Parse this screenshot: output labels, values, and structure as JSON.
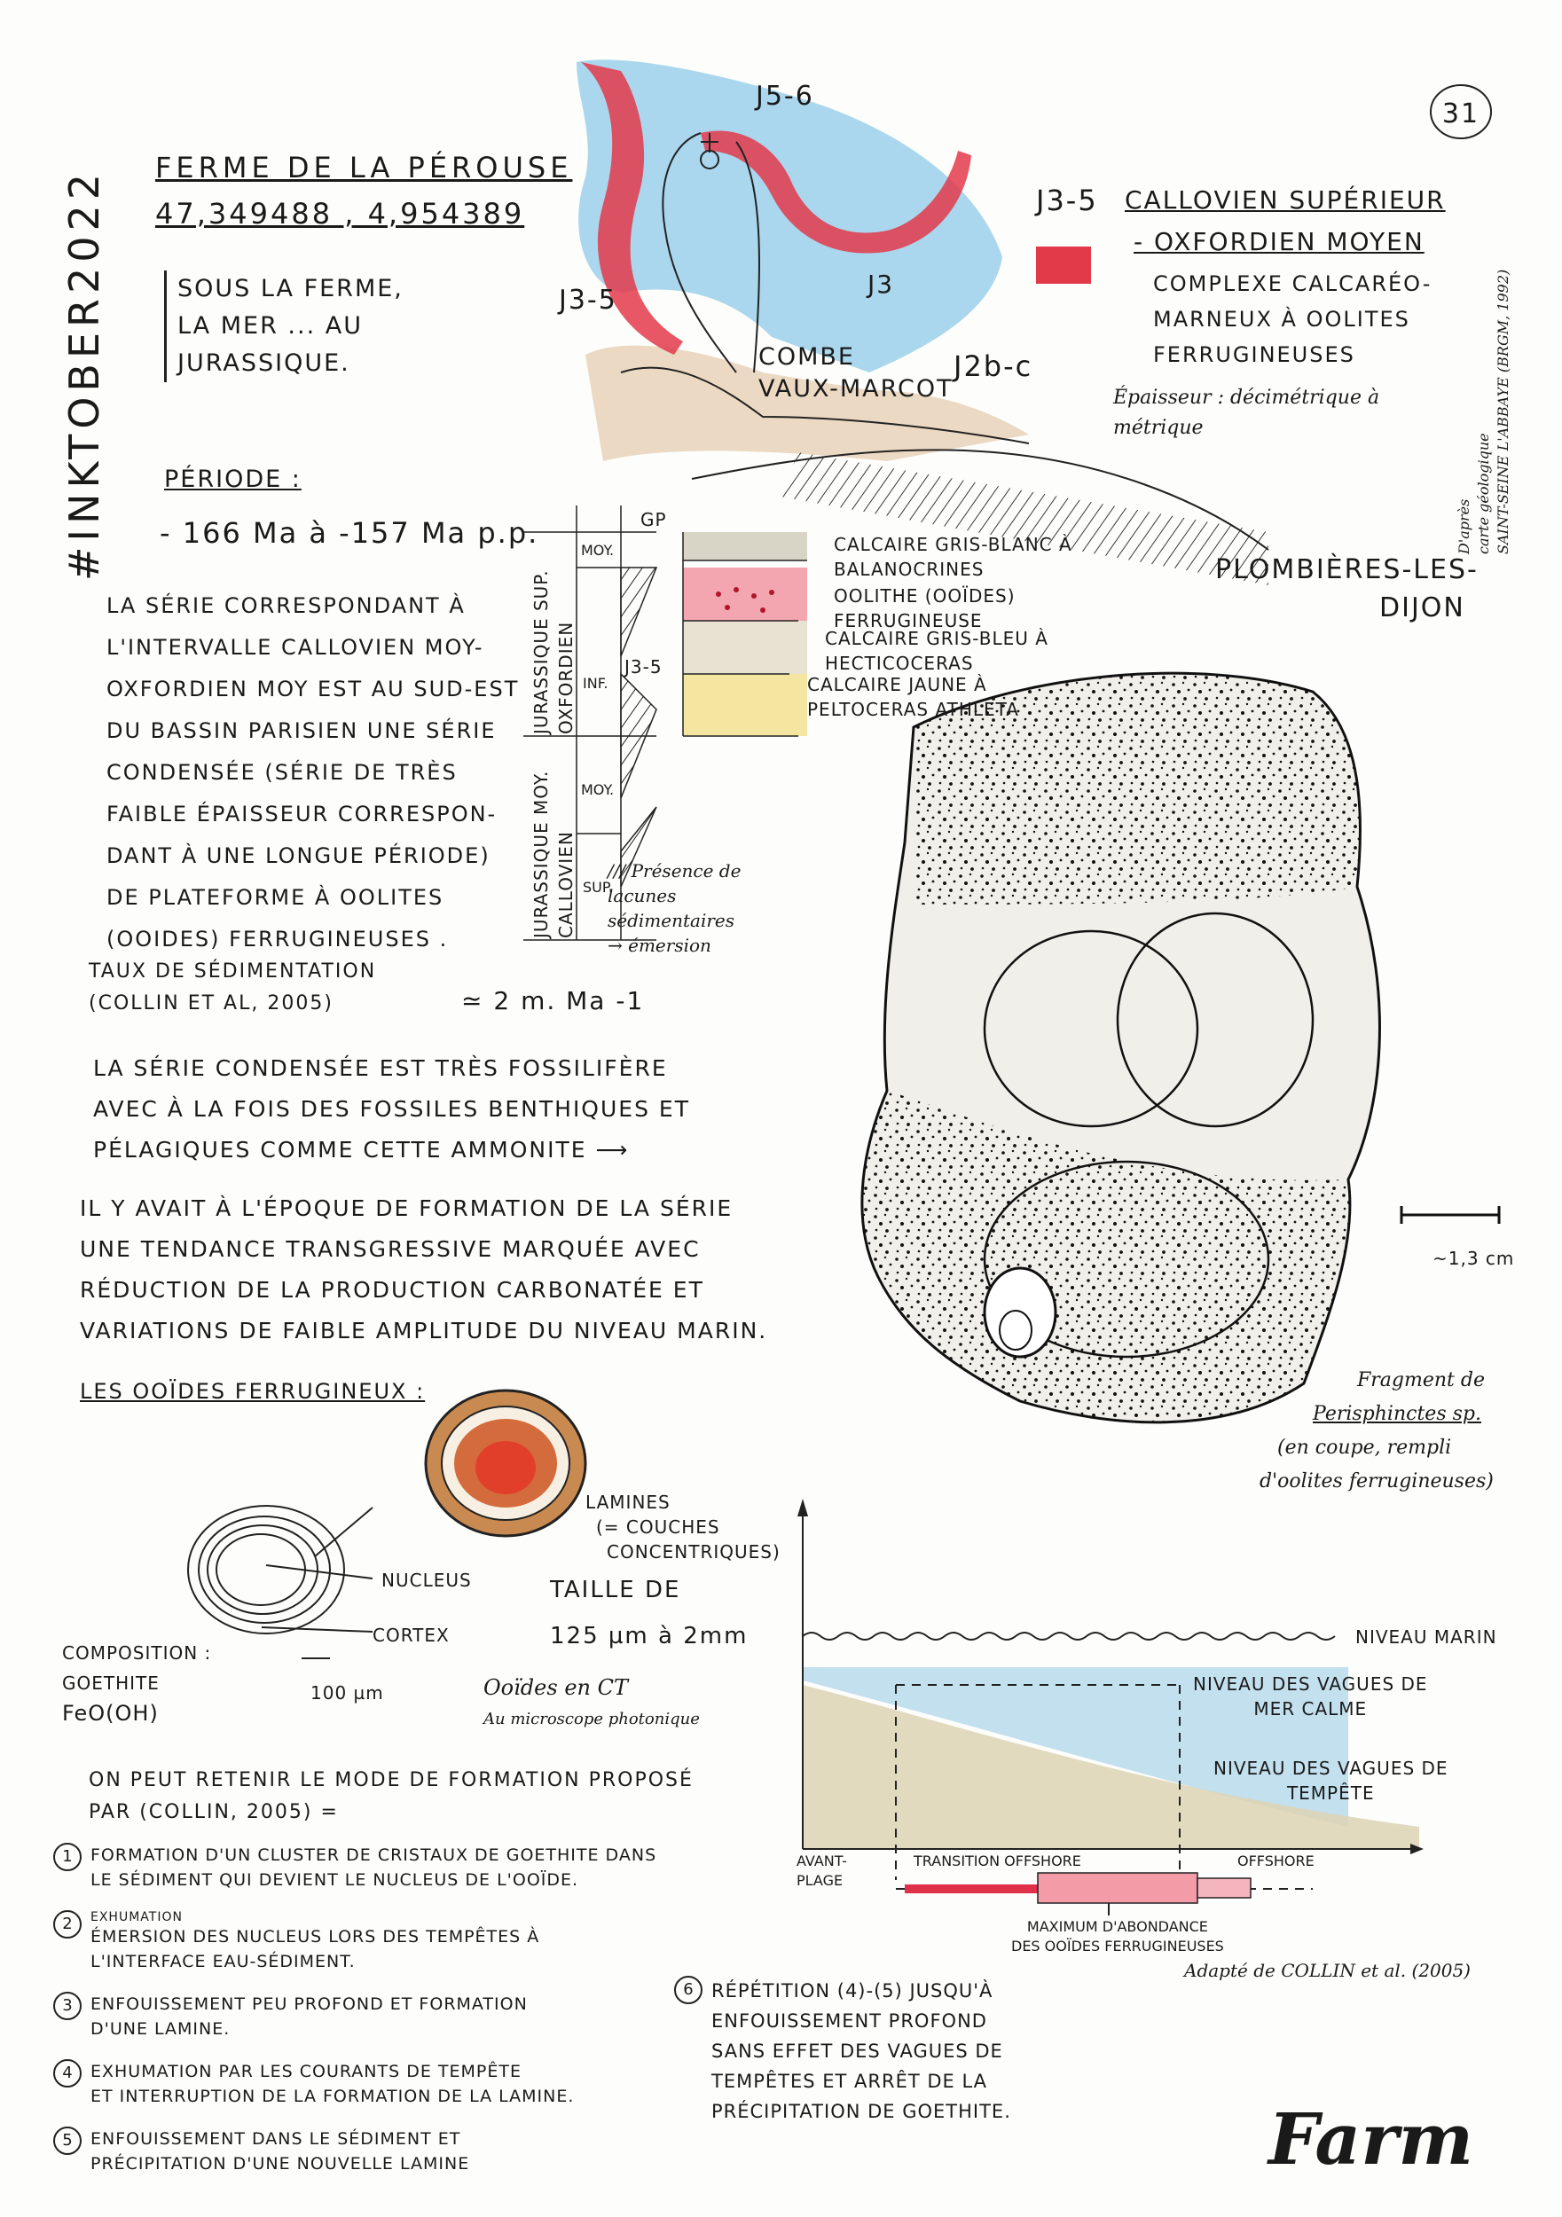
{
  "page_number": "31",
  "side_tag": "#INKTOBER2022",
  "header": {
    "site_name": "FERME DE LA PÉROUSE",
    "coordinates": "47,349488 , 4,954389",
    "intro_lines": [
      "SOUS LA FERME,",
      "LA MER ... AU",
      "JURASSIQUE."
    ]
  },
  "map": {
    "labels": {
      "j56": "J5-6",
      "j35": "J3-5",
      "j3": "J3",
      "j2bc": "J2b-c",
      "combe": "COMBE",
      "vaux_marcot": "VAUX-MARCOT",
      "gp": "GP",
      "plombieres": "PLOMBIÈRES-LES-",
      "dijon": "DIJON"
    },
    "colors": {
      "red": "#e33a4a",
      "blue": "#8ec9e8",
      "tan": "#e9d2b8"
    }
  },
  "legend": {
    "code": "J3-5",
    "title_line1": "CALLOVIEN SUPÉRIEUR",
    "title_line2": "- OXFORDIEN MOYEN",
    "desc_lines": [
      "COMPLEXE CALCARÉO-",
      "MARNEUX À OOLITES",
      "FERRUGINEUSES"
    ],
    "thickness_lines": [
      "Épaisseur : décimétrique à",
      "métrique"
    ],
    "source_lines": [
      "D'après",
      "carte géologique",
      "SAINT-SEINE L'ABBAYE (BRGM, 1992)"
    ]
  },
  "period": {
    "label": "PÉRIODE :",
    "value": "- 166 Ma à -157 Ma p.p."
  },
  "series_text": [
    "LA SÉRIE CORRESPONDANT À",
    "L'INTERVALLE CALLOVIEN MOY-",
    "OXFORDIEN MOY EST AU SUD-EST",
    "DU BASSIN PARISIEN UNE SÉRIE",
    "CONDENSÉE (SÉRIE DE TRÈS",
    "FAIBLE ÉPAISSEUR CORRESPON-",
    "DANT À UNE LONGUE PÉRIODE)",
    "DE PLATEFORME À OOLITES",
    "(OOIDES) FERRUGINEUSES ."
  ],
  "strat_column": {
    "stage_labels": {
      "jur_sup": "JURASSIQUE SUP. OXFORDIEN",
      "jur_moy": "JURASSIQUE MOY. CALLOVIEN",
      "moy": "MOY.",
      "inf": "INF.",
      "moy2": "MOY.",
      "sup": "SUP."
    },
    "j35_tag": "J3-5",
    "layers": [
      "CALCAIRE GRIS-BLANC À BALANOCRINES",
      "OOLITHE (OOÏDES) FERRUGINEUSE",
      "CALCAIRE GRIS-BLEU À HECTICOCERAS",
      "CALCAIRE JAUNE À PELTOCERAS ATHLETA"
    ],
    "lacunes_note": [
      "/// Présence de",
      "lacunes",
      "sédimentaires",
      "→ émersion"
    ]
  },
  "sedimentation": {
    "label_lines": [
      "TAUX DE SÉDIMENTATION",
      "(COLLIN ET AL, 2005)"
    ],
    "value": "≃ 2 m. Ma -1"
  },
  "fossil_text": [
    "LA SÉRIE CONDENSÉE EST TRÈS FOSSILIFÈRE",
    "AVEC À LA FOIS DES FOSSILES BENTHIQUES ET",
    "PÉLAGIQUES COMME CETTE AMMONITE ⟶"
  ],
  "transgression_text": [
    "IL Y AVAIT À L'ÉPOQUE DE FORMATION DE LA SÉRIE",
    "UNE TENDANCE TRANSGRESSIVE MARQUÉE AVEC",
    "RÉDUCTION DE LA PRODUCTION CARBONATÉE ET",
    "VARIATIONS DE FAIBLE AMPLITUDE DU NIVEAU MARIN."
  ],
  "fossil": {
    "scale": "~1,3 cm",
    "caption_lines": [
      "Fragment de",
      "Perisphinctes sp.",
      "(en coupe, rempli",
      "d'oolites ferrugineuses)"
    ]
  },
  "ooides": {
    "title": "LES OOÏDES FERRUGINEUX :",
    "lamines_lines": [
      "LAMINES",
      "(= COUCHES",
      "CONCENTRIQUES)"
    ],
    "nucleus": "NUCLEUS",
    "cortex": "CORTEX",
    "size_lines": [
      "TAILLE DE",
      "125 µm à 2mm"
    ],
    "composition_lines": [
      "COMPOSITION :",
      "GOETHITE",
      "FeO(OH)"
    ],
    "scale": "100 µm",
    "ct_lines": [
      "Ooïdes en CT",
      "Au microscope photonique"
    ]
  },
  "formation": {
    "intro_lines": [
      "ON PEUT RETENIR LE MODE DE FORMATION PROPOSÉ",
      "PAR (COLLIN, 2005) ="
    ],
    "steps": [
      {
        "n": "1",
        "lines": [
          "FORMATION D'UN CLUSTER DE CRISTAUX DE GOETHITE DANS",
          "LE SÉDIMENT QUI DEVIENT LE NUCLEUS DE L'OOÏDE."
        ]
      },
      {
        "n": "2",
        "lines": [
          "EXHUMATION",
          "ÉMERSION DES NUCLEUS LORS DES TEMPÊTES À",
          "L'INTERFACE EAU-SÉDIMENT."
        ]
      },
      {
        "n": "3",
        "lines": [
          "ENFOUISSEMENT PEU PROFOND ET FORMATION",
          "D'UNE LAMINE."
        ]
      },
      {
        "n": "4",
        "lines": [
          "EXHUMATION PAR LES COURANTS DE TEMPÊTE",
          "ET INTERRUPTION DE LA FORMATION DE LA LAMINE."
        ]
      },
      {
        "n": "5",
        "lines": [
          "ENFOUISSEMENT DANS LE SÉDIMENT ET",
          "PRÉCIPITATION D'UNE NOUVELLE LAMINE"
        ]
      }
    ],
    "step6": {
      "n": "6",
      "lines": [
        "RÉPÉTITION (4)-(5) JUSQU'À",
        "ENFOUISSEMENT PROFOND",
        "SANS EFFET DES VAGUES DE",
        "TEMPÊTES ET ARRÊT DE LA",
        "PRÉCIPITATION DE GOETHITE."
      ]
    }
  },
  "profile": {
    "niveau_marin": "NIVEAU MARIN",
    "calme_lines": [
      "NIVEAU DES VAGUES DE",
      "MER CALME"
    ],
    "tempete_lines": [
      "NIVEAU DES VAGUES DE",
      "TEMPÊTE"
    ],
    "zones": [
      "AVANT-PLAGE",
      "TRANSITION OFFSHORE",
      "OFFSHORE"
    ],
    "max_lines": [
      "MAXIMUM D'ABONDANCE",
      "DES OOÏDES FERRUGINEUSES"
    ],
    "source": "Adapté de COLLIN et al. (2005)"
  },
  "signature": "Farm"
}
